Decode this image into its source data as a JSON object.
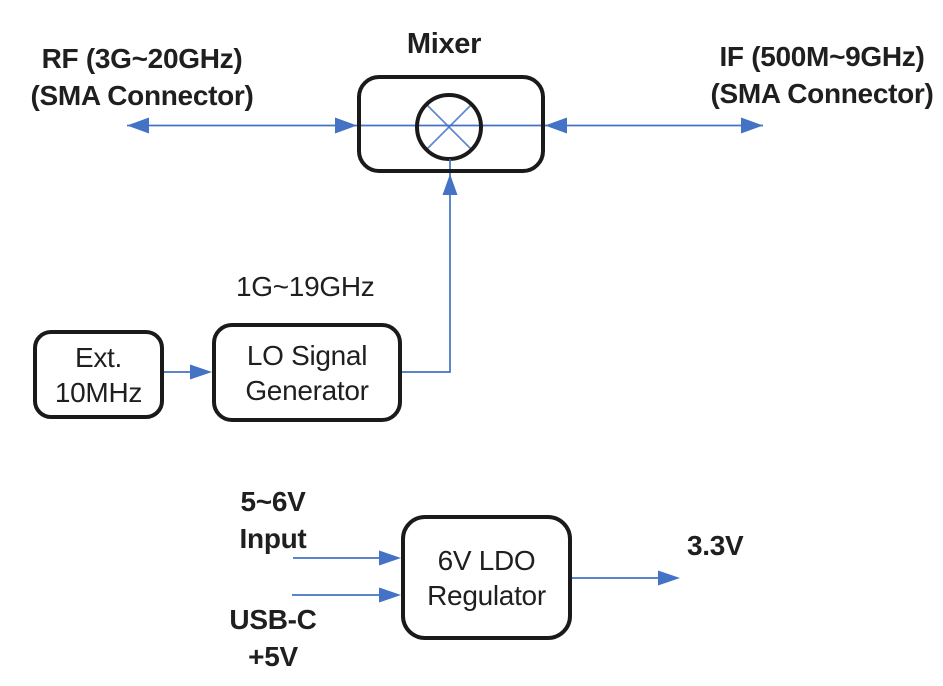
{
  "diagram": {
    "colors": {
      "connector": "#4472C4",
      "box-border": "#1a1a1a",
      "text": "#1f1f1f",
      "background": "#ffffff"
    },
    "labels": {
      "mixer_title": "Mixer",
      "rf_port": "RF (3G~20GHz)\n(SMA Connector)",
      "if_port": "IF (500M~9GHz)\n(SMA Connector)",
      "lo_frequency": "1G~19GHz",
      "power_input": "5~6V\nInput",
      "usbc_input": "USB-C\n+5V",
      "output_voltage": "3.3V"
    },
    "blocks": {
      "ext_ref": "Ext.\n10MHz",
      "lo_generator": "LO Signal\nGenerator",
      "ldo_regulator": "6V LDO\nRegulator"
    }
  }
}
